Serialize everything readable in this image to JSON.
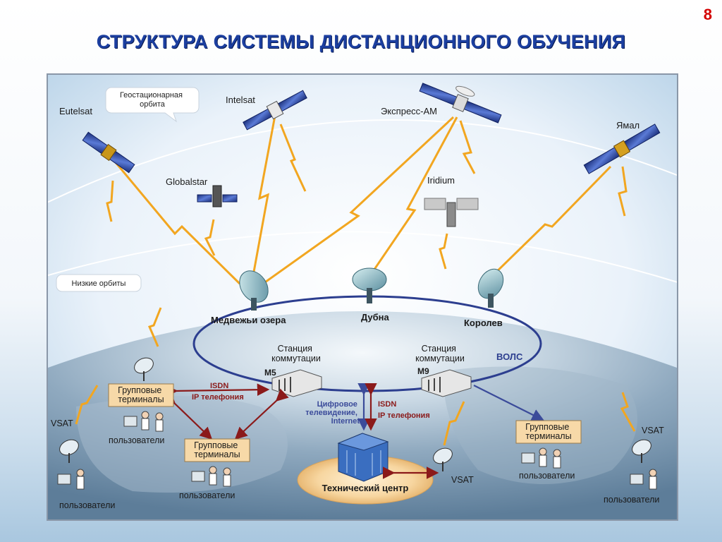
{
  "slide_number": "8",
  "title": "СТРУКТУРА СИСТЕМЫ ДИСТАНЦИОННОГО ОБУЧЕНИЯ",
  "orbits": {
    "geostationary": "Геостационарная\nорбита",
    "low": "Низкие орбиты"
  },
  "satellites": {
    "eutelsat": "Eutelsat",
    "intelsat": "Intelsat",
    "express": "Экспресс-АМ",
    "yamal": "Ямал",
    "globalstar": "Globalstar",
    "iridium": "Iridium"
  },
  "stations": {
    "medvezhyi": "Медвежьи озера",
    "dubna": "Дубна",
    "korolev": "Королев"
  },
  "network": {
    "switch_m5_label": "Станция\nкоммутации",
    "switch_m5_code": "М5",
    "switch_m9_label": "Станция\nкоммутации",
    "switch_m9_code": "М9",
    "vols": "ВОЛС",
    "isdn_left": "ISDN",
    "ip_left": "IP телефония",
    "digital_tv": "Цифровое\nтелевидение,\nInternet",
    "isdn_center": "ISDN",
    "ip_center": "IP телефония",
    "tech_center": "Технический центр"
  },
  "terminals": {
    "group_a": "Групповые\nтерминалы",
    "group_b": "Групповые\nтерминалы",
    "group_c": "Групповые\nтерминалы",
    "vsat_left": "VSAT",
    "vsat_center": "VSAT",
    "vsat_right": "VSAT",
    "users_1": "пользователи",
    "users_2": "пользователи",
    "users_3": "пользователи",
    "users_4": "пользователи",
    "users_5": "пользователи"
  },
  "colors": {
    "title": "#1c3fa0",
    "slide_number": "#d40000",
    "beam": "#f2a620",
    "beam_edge": "#c97a00",
    "ring": "#2c3e8f",
    "link_red": "#8b1a1a",
    "link_blue": "#3b4b9a",
    "label_box": "#f7d9a8"
  }
}
